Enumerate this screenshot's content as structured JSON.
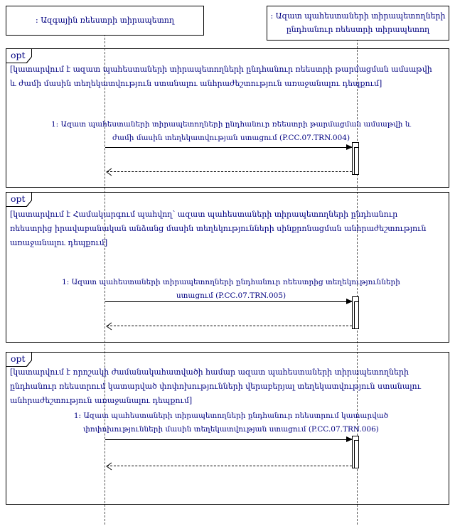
{
  "diagram": {
    "type": "uml-sequence-diagram",
    "text_color": "#000080",
    "line_color": "#000000",
    "actors": {
      "left": {
        "label": ": Ազգային ռեեստրի տիրապետող"
      },
      "right": {
        "label_line1": ": Ազատ պահեստաների տիրապետողների",
        "label_line2": "ընդհանուր ռեեստրի տիրապետող"
      }
    },
    "fragments": [
      {
        "operator": "opt",
        "guard": "[կատարվում է ազատ պահեստաների տիրապետողների ընդհանուր ռեեստրի թարմացման ամսաթվի և ժամի մասին տեղեկատվություն ստանալու անհրաժեշտություն առաջանալու դեպքում]",
        "message": "1: Ազատ պահեստաների տիրապետողների ընդհանուր ռեեստրի թարմացման ամսաթվի և ժամի մասին տեղեկատվության ստացում (P.CC.07.TRN.004)"
      },
      {
        "operator": "opt",
        "guard": "[կատարվում է Համակարգում պահվող՝ ազատ պահեստաների տիրապետողների ընդհանուր ռեեստրից իրավաբանական անձանց մասին տեղեկությունների սինքրոնացման անհրաժեշտություն առաջանալու դեպքում]",
        "message": "1: Ազատ պահեստաների տիրապետողների ընդհանուր ռեեստրից տեղեկությունների ստացում (P.CC.07.TRN.005)"
      },
      {
        "operator": "opt",
        "guard": "[կատարվում է որոշակի ժամանակահատվածի համար ազատ պահեստաների տիրապետողների ընդհանուր ռեեստրում կատարված փոփոխությունների վերաբերյալ տեղեկատվություն ստանալու անհրաժեշտություն առաջանալու դեպքում]",
        "message": "1: Ազատ պահեստաների տիրապետողների ընդհանուր ռեեստրում կատարված փոփոխությունների մասին տեղեկատվության ստացում (P.CC.07.TRN.006)"
      }
    ]
  }
}
